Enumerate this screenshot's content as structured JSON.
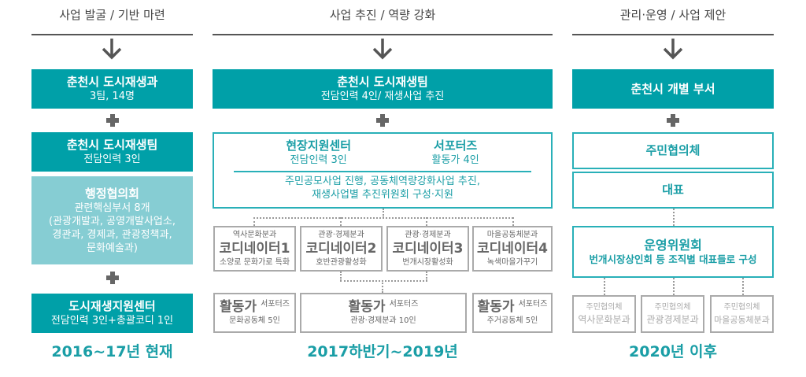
{
  "columns": [
    {
      "header": "사업 발굴 / 기반 마련",
      "year": "2016~17년 현재",
      "box1": {
        "title": "춘천시 도시재생과",
        "sub": "3팀, 14명"
      },
      "box2": {
        "title": "춘천시 도시재생팀",
        "sub": "전담인력 3인"
      },
      "box3": {
        "title": "행정협의회",
        "lines": [
          "관련핵심부서 8개",
          "(관광개발과, 공영개발사업소,",
          "경관과, 경제과, 관광정책과,",
          "문화예술과)"
        ]
      },
      "box4": {
        "title": "도시재생지원센터",
        "sub": "전담인력 3인+총괄코디 1인"
      }
    },
    {
      "header": "사업 추진 / 역량 강화",
      "year": "2017하반기~2019년",
      "box1": {
        "title": "춘천시 도시재생팀",
        "sub": "전담인력 4인/ 재생사업 추진"
      },
      "center": {
        "title": "현장지원센터",
        "sub": "전담인력 3인"
      },
      "supporters": {
        "title": "서포터즈",
        "sub": "활동가 4인"
      },
      "desc": [
        "주민공모사업 진행, 공동체역량강화사업 추진,",
        "재생사업별 추진위원회 구성·지원"
      ],
      "coordinators": [
        {
          "dept": "역사문화분과",
          "title": "코디네이터1",
          "sub": "소양로 문화가로 특화"
        },
        {
          "dept": "관광·경제분과",
          "title": "코디네이터2",
          "sub": "호반관광활성화"
        },
        {
          "dept": "관광·경제분과",
          "title": "코디네이터3",
          "sub": "번개시장활성화"
        },
        {
          "dept": "마을공동체분과",
          "title": "코디네이터4",
          "sub": "녹색마을가꾸기"
        }
      ],
      "activists": [
        {
          "title": "활동가",
          "tag": "서포터즈",
          "sub": "문화공동체 5인"
        },
        {
          "title": "활동가",
          "tag": "서포터즈",
          "sub": "관광·경제분과 10인"
        },
        {
          "title": "활동가",
          "tag": "서포터즈",
          "sub": "주거공동체 5인"
        }
      ]
    },
    {
      "header": "관리·운영 / 사업 제안",
      "year": "2020년 이후",
      "box1": {
        "title": "춘천시 개별 부서"
      },
      "council": "주민협의체",
      "rep": "대표",
      "committee": {
        "title": "운영위원회",
        "sub": "번개시장상인회 등 조직별 대표들로 구성"
      },
      "subs": [
        {
          "tag": "주민협의체",
          "title": "역사문화분과"
        },
        {
          "tag": "주민협의체",
          "title": "관광경제분과"
        },
        {
          "tag": "주민협의체",
          "title": "마을공동체분과"
        }
      ]
    }
  ],
  "colors": {
    "teal": "#00a0a8",
    "light_teal": "#86cdd3",
    "gray": "#555555"
  }
}
